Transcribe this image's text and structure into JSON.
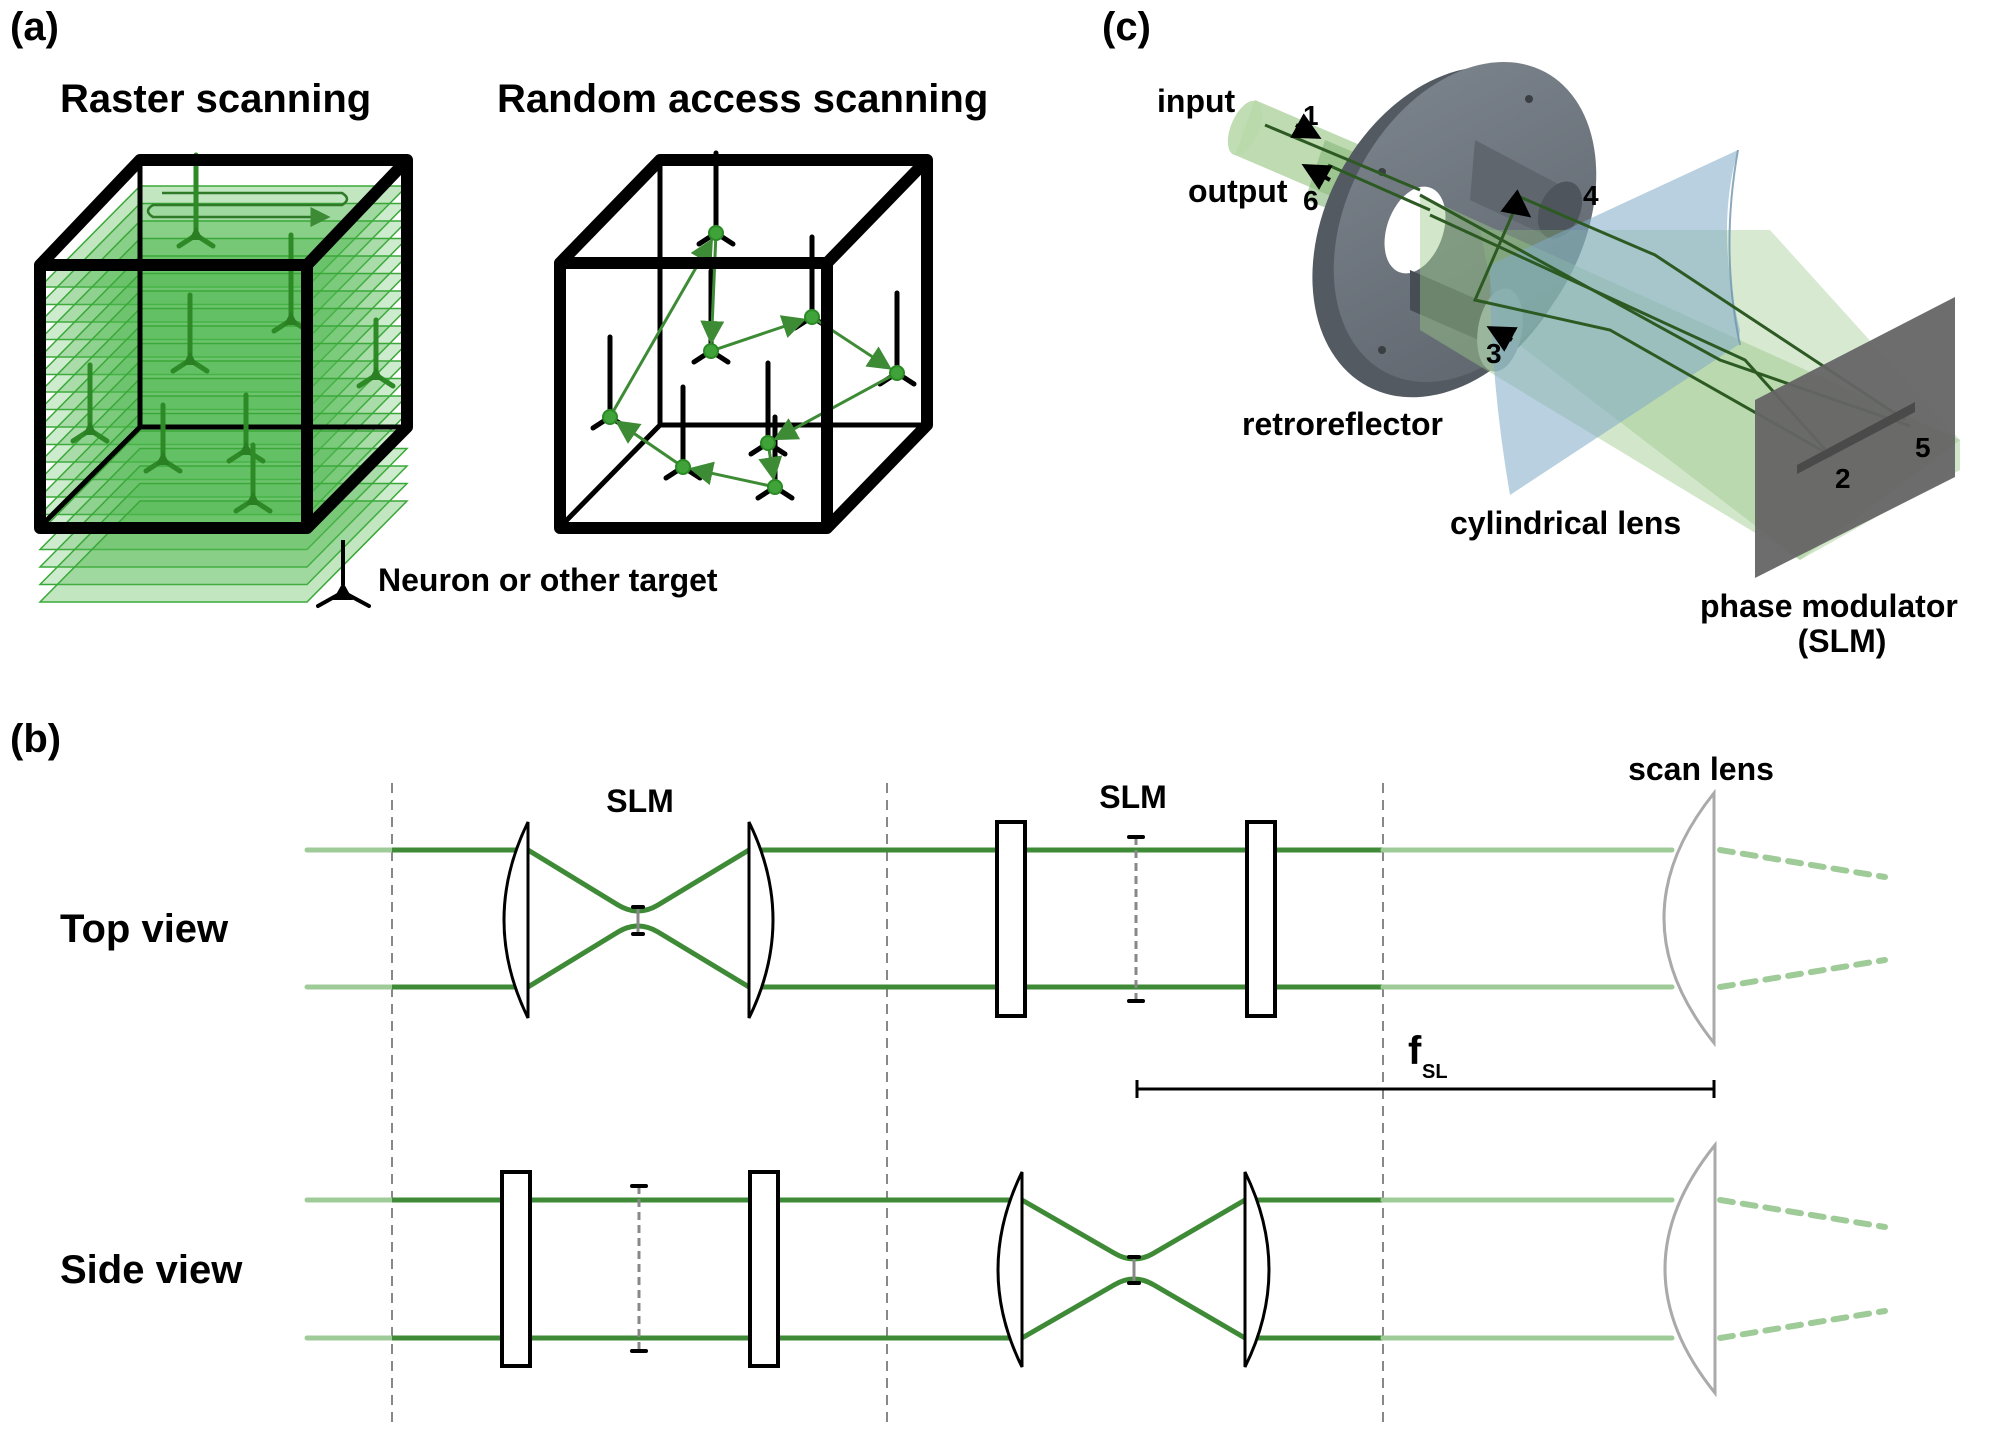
{
  "panels": {
    "a": {
      "label": "(a)",
      "raster_title": "Raster scanning",
      "random_title": "Random access scanning",
      "legend_text": "Neuron or other target"
    },
    "b": {
      "label": "(b)",
      "row_top": "Top view",
      "row_side": "Side view",
      "slm_label_1": "SLM",
      "slm_label_2": "SLM",
      "scan_lens_label": "scan lens",
      "focal_label": "f",
      "focal_sub": "SL"
    },
    "c": {
      "label": "(c)",
      "input_label": "input",
      "output_label": "output",
      "retroreflector_label": "retroreflector",
      "cyl_lens_label": "cylindrical lens",
      "phase_mod_label": "phase modulator",
      "phase_mod_sub": "(SLM)",
      "steps": [
        "1",
        "2",
        "3",
        "4",
        "5",
        "6"
      ]
    }
  },
  "colors": {
    "beam_dark": "#3e8a36",
    "beam_light": "#9fcb98",
    "volume_green": "#4cb84a",
    "lens_blue": "#8fb7cf",
    "metal_gray": "#6f7780",
    "slm_gray": "#666666"
  }
}
